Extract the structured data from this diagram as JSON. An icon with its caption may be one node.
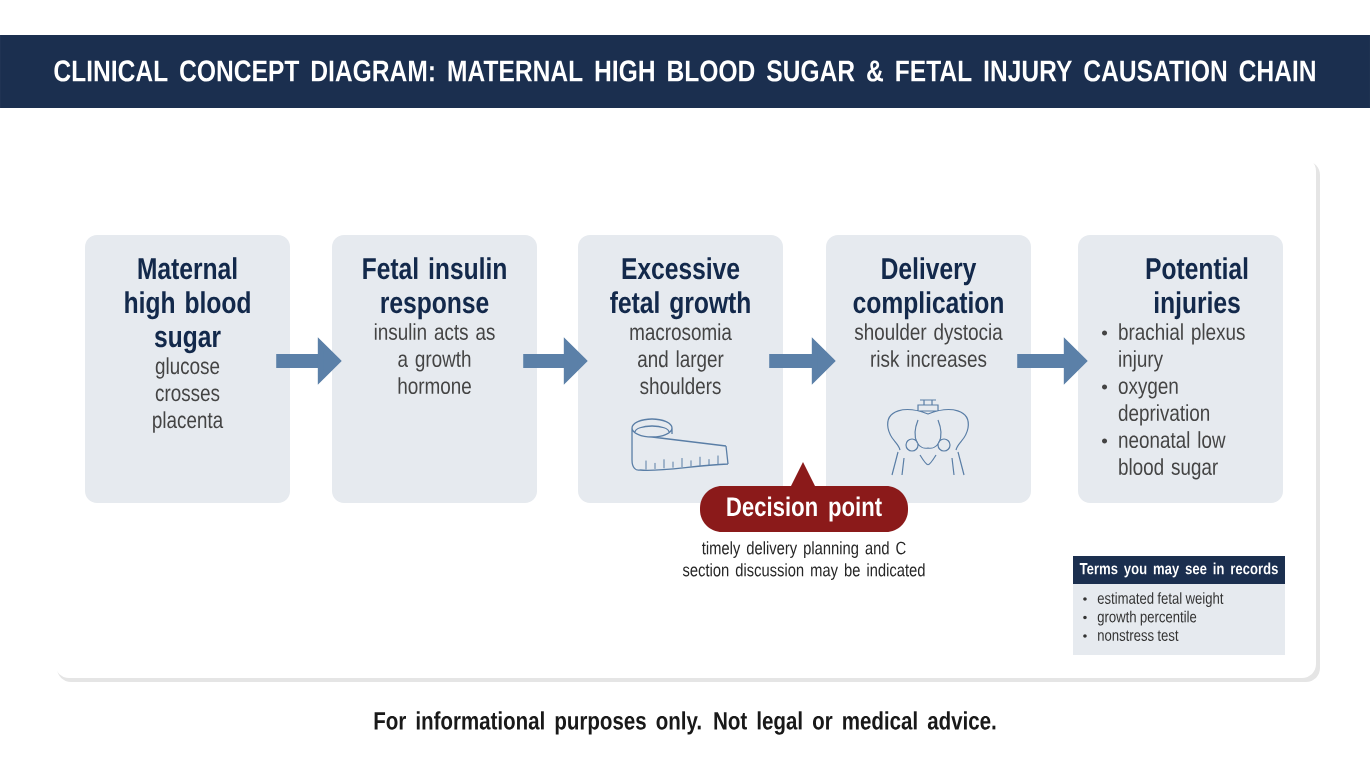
{
  "diagram": {
    "title": "CLINICAL CONCEPT DIAGRAM: MATERNAL HIGH BLOOD SUGAR & FETAL INJURY CAUSATION CHAIN",
    "nodes": [
      {
        "text": [
          "Maternal high blood sugar",
          "glucose crosses placenta"
        ]
      },
      {
        "text": [
          "Fetal insulin response",
          "insulin acts as a growth hormone"
        ]
      },
      {
        "text": [
          "Excessive fetal growth",
          "macrosomia and larger shoulders"
        ]
      },
      {
        "text": [
          "Delivery complication",
          "shoulder dystocia risk increases"
        ]
      },
      {
        "text": [
          "Potential injuries",
          "brachial plexus injury",
          "oxygen deprivation",
          "neonatal low blood sugar"
        ]
      },
      {
        "text": [
          "Decision point"
        ],
        "beside": [
          "timely delivery planning and C section discussion may be indicated"
        ]
      },
      {
        "text": [
          "Terms you may see in records",
          "estimated fetal weight",
          "growth percentile",
          "nonstress test"
        ]
      }
    ],
    "edges": [
      {
        "from": 0,
        "to": 1,
        "arrow": "to"
      },
      {
        "from": 1,
        "to": 2,
        "arrow": "to"
      },
      {
        "from": 2,
        "to": 3,
        "arrow": "to"
      },
      {
        "from": 3,
        "to": 4,
        "arrow": "to"
      }
    ],
    "labels": [
      "For informational purposes only. Not legal or medical advice."
    ]
  }
}
